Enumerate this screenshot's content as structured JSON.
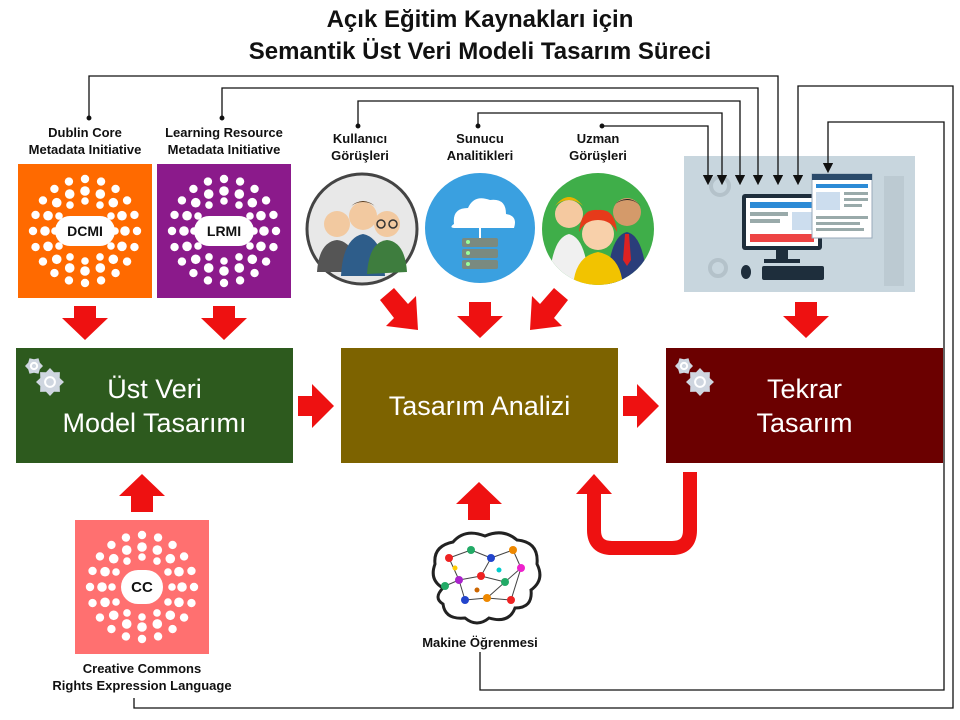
{
  "title": {
    "line1": "Açık Eğitim Kaynakları için",
    "line2": "Semantik Üst Veri Modeli Tasarım Süreci"
  },
  "sources": {
    "dcmi": {
      "label_line1": "Dublin Core",
      "label_line2": "Metadata Initiative",
      "badge": "DCMI",
      "color": "#ff6a00"
    },
    "lrmi": {
      "label_line1": "Learning Resource",
      "label_line2": "Metadata Initiative",
      "badge": "LRMI",
      "color": "#8b1a8b"
    },
    "users": {
      "label_line1": "Kullanıcı",
      "label_line2": "Görüşleri"
    },
    "server": {
      "label_line1": "Sunucu",
      "label_line2": "Analitikleri"
    },
    "experts": {
      "label_line1": "Uzman",
      "label_line2": "Görüşleri"
    },
    "cc": {
      "badge": "CC",
      "label_line1": "Creative Commons",
      "label_line2": "Rights Expression Language",
      "color": "#ff7070"
    },
    "ml": {
      "label": "Makine Öğrenmesi"
    }
  },
  "stages": {
    "design": {
      "text": "Üst Veri\nModel Tasarımı",
      "color": "#2d5a1e"
    },
    "analysis": {
      "text": "Tasarım Analizi",
      "color": "#7d6300"
    },
    "redesign": {
      "text": "Tekrar\nTasarım",
      "color": "#6b0000"
    }
  },
  "colors": {
    "arrow": "#ee1111",
    "connector": "#111111"
  }
}
